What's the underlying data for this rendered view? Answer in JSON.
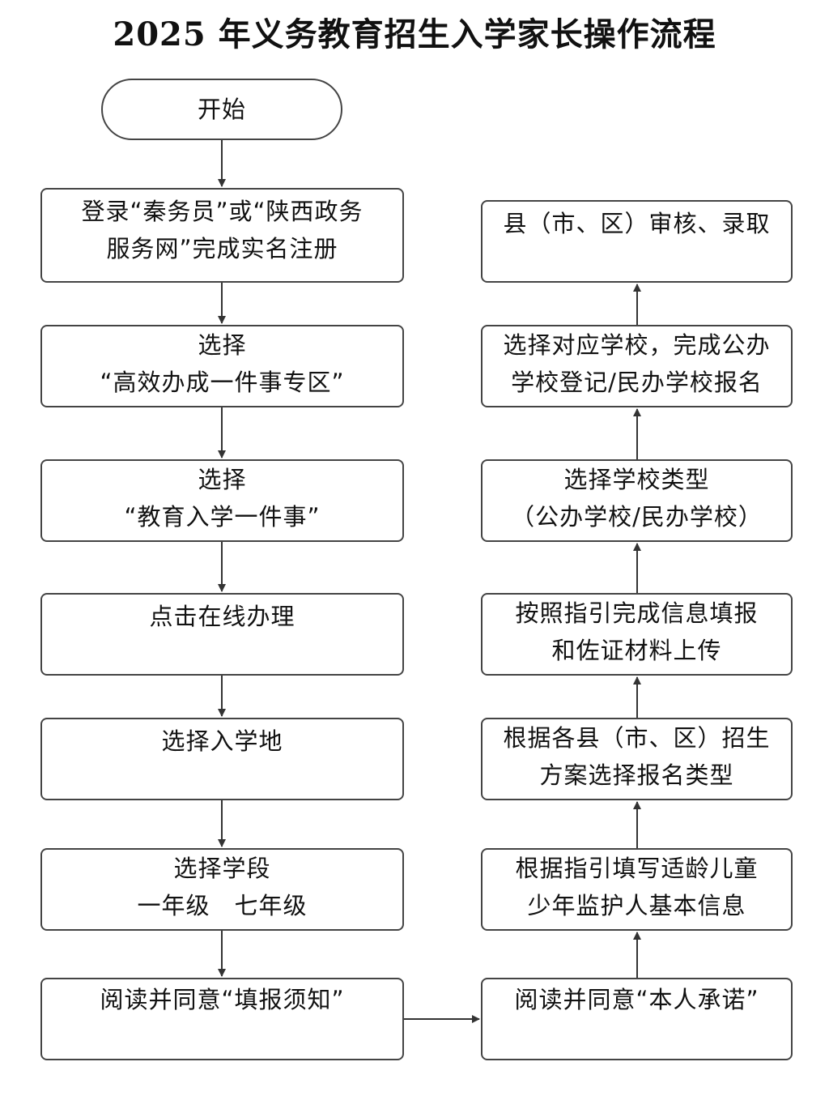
{
  "title": "2025 年义务教育招生入学家长操作流程",
  "flow_left": [
    {
      "id": "start",
      "lines": [
        "开始"
      ]
    },
    {
      "id": "login",
      "lines": [
        "登录“秦务员”或“陕西政务",
        "服务网”完成实名注册"
      ]
    },
    {
      "id": "zone",
      "lines": [
        "选择",
        "“高效办成一件事专区”"
      ]
    },
    {
      "id": "edu",
      "lines": [
        "选择",
        "“教育入学一件事”"
      ]
    },
    {
      "id": "online",
      "lines": [
        "点击在线办理"
      ]
    },
    {
      "id": "place",
      "lines": [
        "选择入学地"
      ]
    },
    {
      "id": "stage",
      "lines": [
        "选择学段",
        "一年级　七年级"
      ]
    },
    {
      "id": "notice",
      "lines": [
        "阅读并同意“填报须知”"
      ]
    }
  ],
  "flow_right": [
    {
      "id": "promise",
      "lines": [
        "阅读并同意“本人承诺”"
      ]
    },
    {
      "id": "guardian",
      "lines": [
        "根据指引填写适龄儿童",
        "少年监护人基本信息"
      ]
    },
    {
      "id": "plan",
      "lines": [
        "根据各县（市、区）招生",
        "方案选择报名类型"
      ]
    },
    {
      "id": "info",
      "lines": [
        "按照指引完成信息填报",
        "和佐证材料上传"
      ]
    },
    {
      "id": "type",
      "lines": [
        "选择学校类型",
        "（公办学校/民办学校）"
      ]
    },
    {
      "id": "school",
      "lines": [
        "选择对应学校，完成公办",
        "学校登记/民办学校报名"
      ]
    },
    {
      "id": "review",
      "lines": [
        "县（市、区）审核、录取"
      ]
    }
  ]
}
